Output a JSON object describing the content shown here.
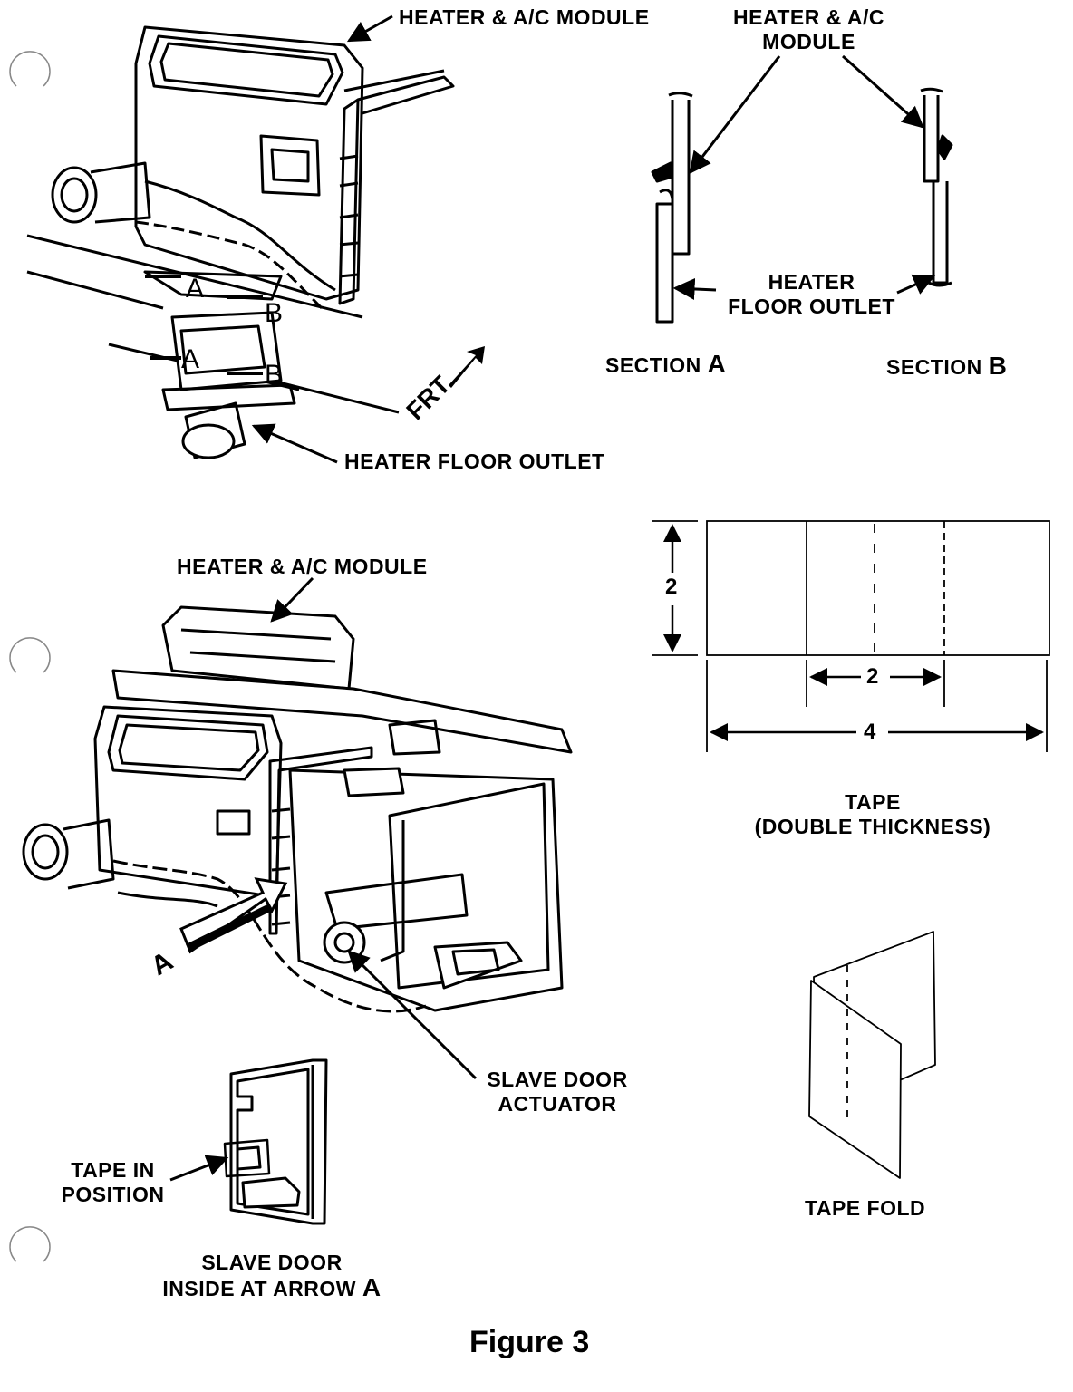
{
  "top_diagram": {
    "module_label": "HEATER & A/C MODULE",
    "outlet_label": "HEATER FLOOR OUTLET",
    "frt_label": "FRT",
    "section_markers": [
      "A",
      "B",
      "A",
      "B"
    ]
  },
  "sections": {
    "module_label_line1": "HEATER & A/C",
    "module_label_line2": "MODULE",
    "outlet_label_line1": "HEATER",
    "outlet_label_line2": "FLOOR OUTLET",
    "section_a_word": "SECTION",
    "section_a_letter": "A",
    "section_b_word": "SECTION",
    "section_b_letter": "B"
  },
  "bottom_diagram": {
    "module_label": "HEATER & A/C MODULE",
    "arrow_label": "A",
    "actuator_line1": "SLAVE DOOR",
    "actuator_line2": "ACTUATOR"
  },
  "tape": {
    "height_dim": "2",
    "inner_dim": "2",
    "total_dim": "4",
    "caption_line1": "TAPE",
    "caption_line2": "(DOUBLE THICKNESS)",
    "fold_caption": "TAPE FOLD"
  },
  "slave_door": {
    "tape_line1": "TAPE IN",
    "tape_line2": "POSITION",
    "caption_line1": "SLAVE DOOR",
    "caption_line2_text": "INSIDE AT ARROW",
    "caption_line2_letter": "A"
  },
  "figure_caption": "Figure 3"
}
